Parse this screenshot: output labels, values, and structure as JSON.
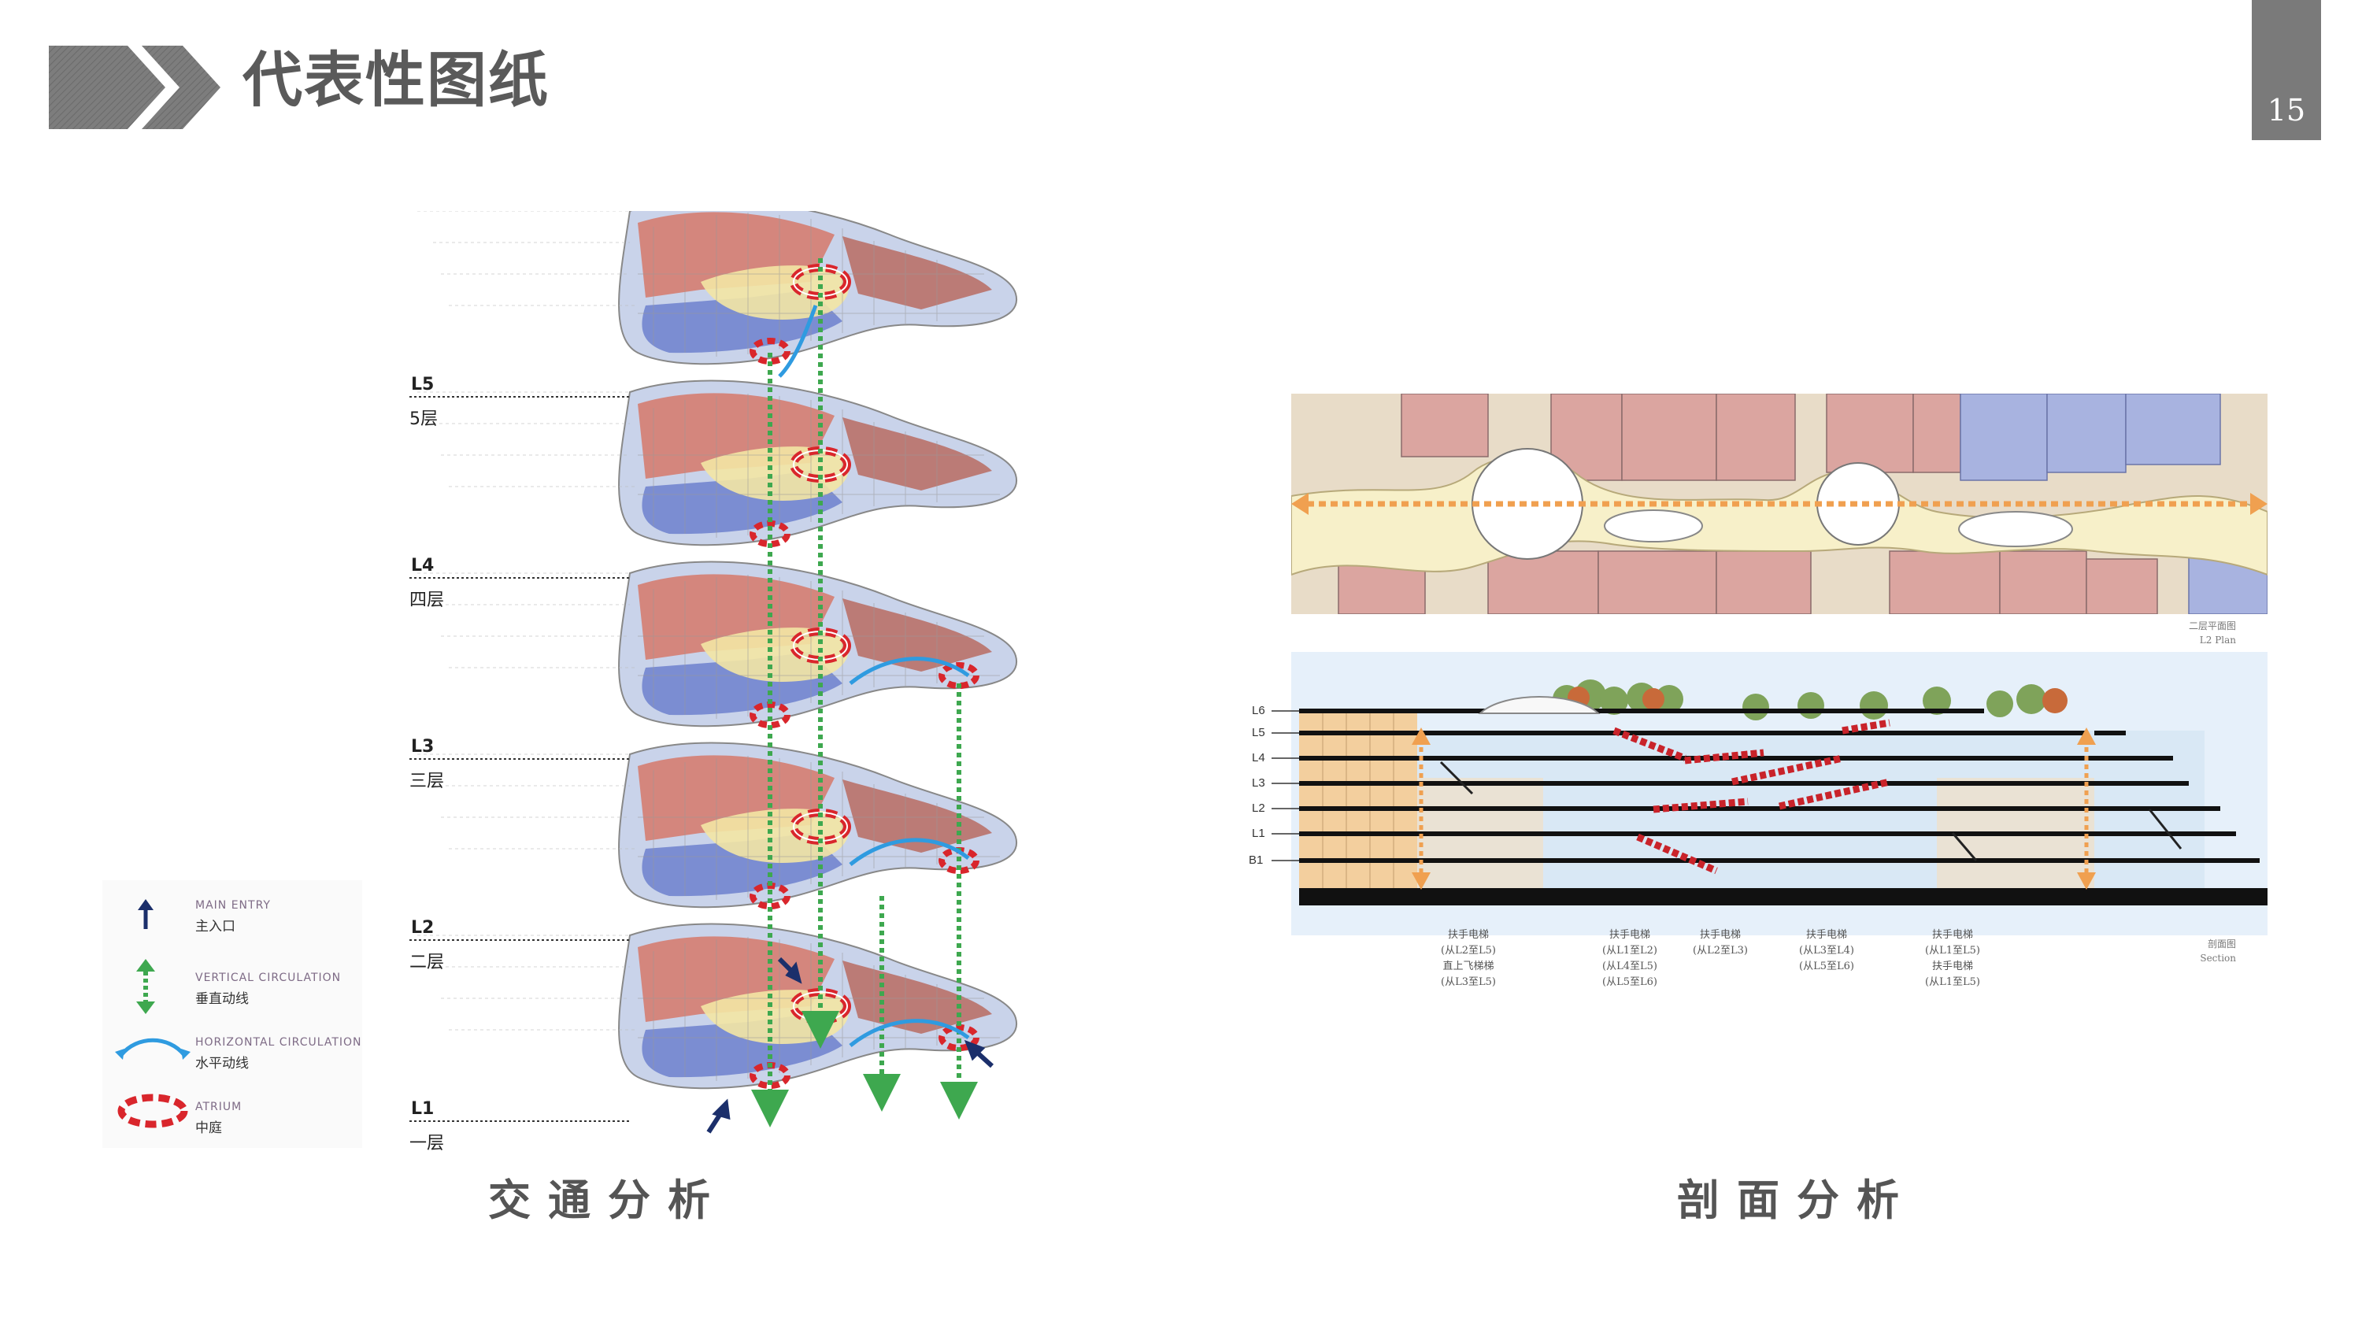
{
  "header": {
    "title": "代表性图纸",
    "page_number": "15"
  },
  "colors": {
    "accent_gray": "#7a7a7a",
    "title_gray": "#5a5a5a",
    "atrium_red": "#d9262c",
    "vertical_green": "#3ea84f",
    "horizontal_blue": "#2f9be0",
    "entry_navy": "#1b2f6b",
    "section_arrow_orange": "#f0a050",
    "escalator_red": "#c9232a"
  },
  "left_panel": {
    "caption": "交通分析",
    "levels": [
      {
        "code": "L5",
        "name": "5层"
      },
      {
        "code": "L4",
        "name": "四层"
      },
      {
        "code": "L3",
        "name": "三层"
      },
      {
        "code": "L2",
        "name": "二层"
      },
      {
        "code": "L1",
        "name": "一层"
      }
    ],
    "legend": [
      {
        "icon": "main-entry-arrow-icon",
        "en": "MAIN ENTRY",
        "cn": "主入口"
      },
      {
        "icon": "vertical-circulation-icon",
        "en": "VERTICAL CIRCULATION",
        "cn": "垂直动线"
      },
      {
        "icon": "horizontal-circulation-icon",
        "en": "HORIZONTAL CIRCULATION",
        "cn": "水平动线"
      },
      {
        "icon": "atrium-icon",
        "en": "ATRIUM",
        "cn": "中庭"
      }
    ]
  },
  "right_panel": {
    "caption": "剖面分析",
    "plan_note": [
      "二层平面图",
      "L2 Plan"
    ],
    "section_note": [
      "剖面图",
      "Section"
    ],
    "section_levels": [
      "L6",
      "L5",
      "L4",
      "L3",
      "L2",
      "L1",
      "B1"
    ],
    "annotations": [
      {
        "lines": [
          "扶手电梯",
          "(从L2至L5)",
          "直上飞梯梯",
          "(从L3至L5)"
        ]
      },
      {
        "lines": [
          "扶手电梯",
          "(从L1至L2)",
          "(从L4至L5)",
          "(从L5至L6)"
        ]
      },
      {
        "lines": [
          "扶手电梯",
          "(从L2至L3)"
        ]
      },
      {
        "lines": [
          "扶手电梯",
          "(从L3至L4)",
          "(从L5至L6)"
        ]
      },
      {
        "lines": [
          "扶手电梯",
          "(从L1至L5)",
          "扶手电梯",
          "(从L1至L5)"
        ]
      }
    ]
  }
}
